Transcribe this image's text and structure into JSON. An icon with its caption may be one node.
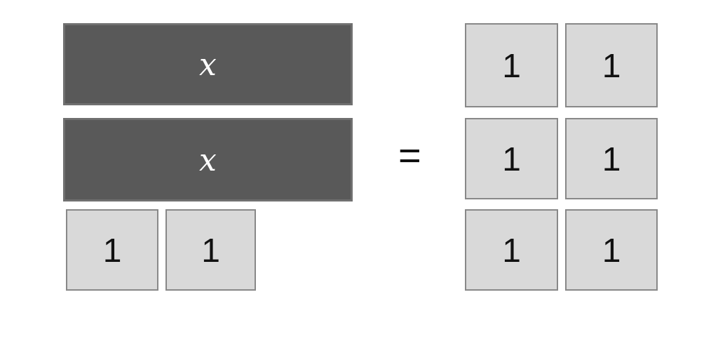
{
  "diagram": {
    "nodes": [
      {
        "text": [
          "x"
        ]
      },
      {
        "text": [
          "x"
        ]
      },
      {
        "text": [
          "1"
        ]
      },
      {
        "text": [
          "1"
        ]
      },
      {
        "text": [
          "1"
        ]
      },
      {
        "text": [
          "1"
        ]
      },
      {
        "text": [
          "1"
        ]
      },
      {
        "text": [
          "1"
        ]
      },
      {
        "text": [
          "1"
        ]
      },
      {
        "text": [
          "1"
        ]
      }
    ],
    "edges": [],
    "labels": [
      "="
    ]
  }
}
